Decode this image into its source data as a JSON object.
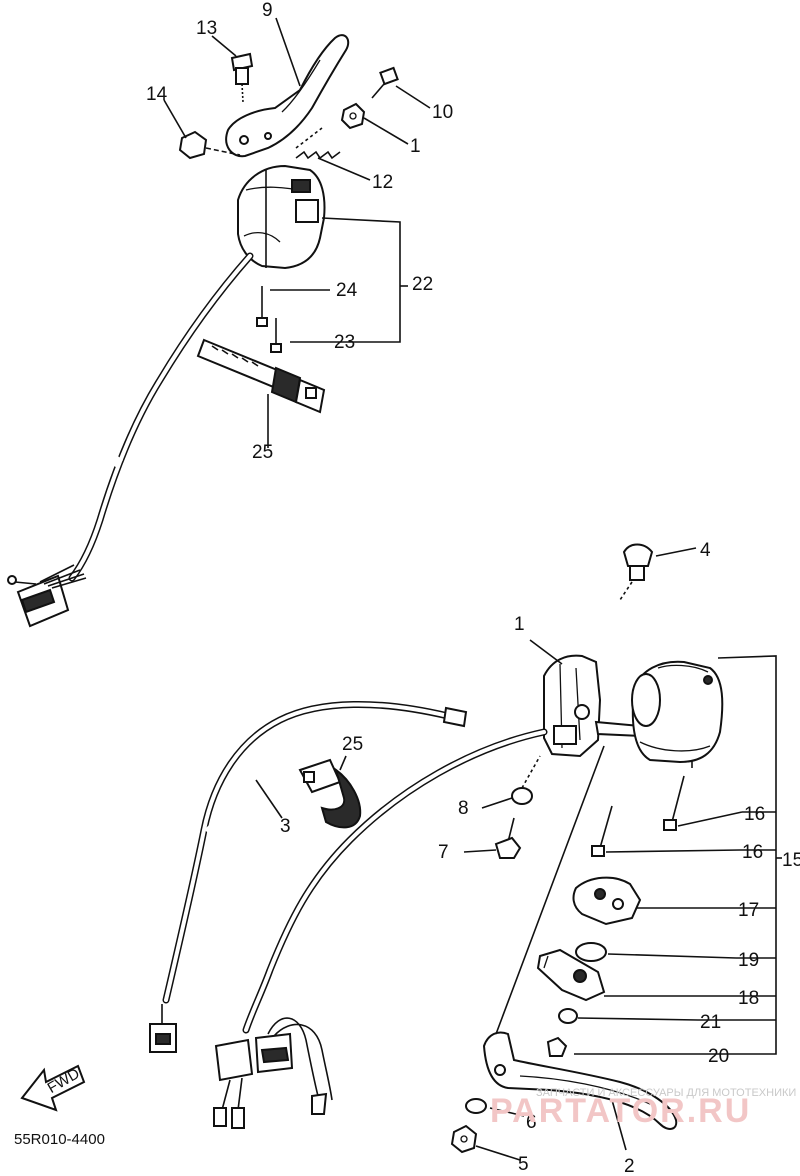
{
  "labels": {
    "l1": "1",
    "l1b": "1",
    "l2": "2",
    "l3": "3",
    "l4": "4",
    "l5": "5",
    "l6": "6",
    "l7": "7",
    "l8": "8",
    "l9": "9",
    "l10": "10",
    "l12": "12",
    "l13": "13",
    "l14": "14",
    "l15": "15",
    "l16a": "16",
    "l16b": "16",
    "l17": "17",
    "l18": "18",
    "l19": "19",
    "l20": "20",
    "l21": "21",
    "l22": "22",
    "l23": "23",
    "l24": "24",
    "l25a": "25",
    "l25b": "25"
  },
  "fwd_label": "FWD",
  "diagram_code": "55R010-4400",
  "watermark": {
    "caption": "ЗАПЧАСТИ И АКСЕССУАРЫ ДЛЯ МОТОТЕХНИКИ",
    "brand": "PARTATOR.RU"
  }
}
